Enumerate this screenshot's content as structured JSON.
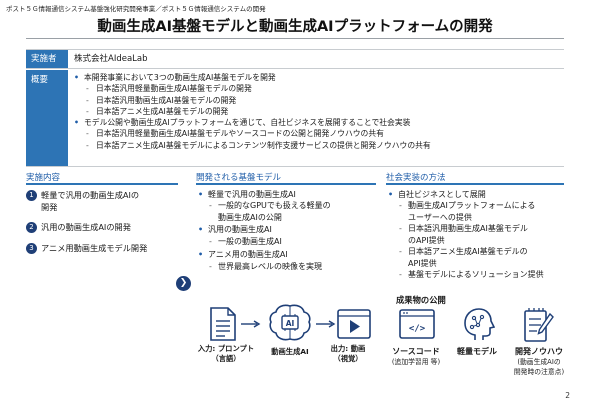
{
  "header": {
    "breadcrumb": "ポスト５Ｇ情報通信システム基盤強化研究開発事業／ポスト５Ｇ情報通信システムの開発",
    "title": "動画生成AI基盤モデルと動画生成AIプラットフォームの開発"
  },
  "info": {
    "implementer_label": "実施者",
    "implementer_value": "株式会社AIdeaLab",
    "overview_label": "概要",
    "overview_lines": [
      {
        "marker": "•",
        "text": "本開発事業において3つの動画生成AI基盤モデルを開発"
      },
      {
        "marker": "-",
        "text": "日本語汎用軽量動画生成AI基盤モデルの開発"
      },
      {
        "marker": "-",
        "text": "日本語汎用動画生成AI基盤モデルの開発"
      },
      {
        "marker": "-",
        "text": "日本語アニメ生成AI基盤モデルの開発"
      },
      {
        "marker": "•",
        "text": "モデル公開や動画生成AIプラットフォームを通じて、自社ビジネスを展開することで社会実装"
      },
      {
        "marker": "-",
        "text": "日本語汎用軽量動画生成AI基盤モデルやソースコードの公開と開発ノウハウの共有"
      },
      {
        "marker": "-",
        "text": "日本語アニメ生成AI基盤モデルによるコンテンツ制作支援サービスの提供と開発ノウハウの共有"
      }
    ]
  },
  "left": {
    "heading": "実施内容",
    "steps": [
      {
        "num": "1",
        "line1": "軽量で汎用の動画生成AIの",
        "line2": "開発"
      },
      {
        "num": "2",
        "line1": "汎用の動画生成AIの開発",
        "line2": ""
      },
      {
        "num": "3",
        "line1": "アニメ用動画生成モデル開発",
        "line2": ""
      }
    ],
    "arrow": "❯"
  },
  "middle": {
    "heading": "開発される基盤モデル",
    "lines": [
      {
        "marker": "•",
        "text": "軽量で汎用の動画生成AI"
      },
      {
        "marker": "-",
        "text": "一般的なGPUでも扱える軽量の"
      },
      {
        "marker": "",
        "text": "動画生成AIの公開"
      },
      {
        "marker": "•",
        "text": "汎用の動画生成AI"
      },
      {
        "marker": "-",
        "text": "一般の動画生成AI"
      },
      {
        "marker": "•",
        "text": "アニメ用の動画生成AI"
      },
      {
        "marker": "-",
        "text": "世界最高レベルの映像を実現"
      }
    ],
    "pipeline": {
      "input_line1": "入力: プロンプト",
      "input_line2": "（言語）",
      "model": "動画生成AI",
      "output_line1": "出力: 動画",
      "output_line2": "（視覚）",
      "ai_chip_text": "AI"
    }
  },
  "right": {
    "heading": "社会実装の方法",
    "lines": [
      {
        "marker": "•",
        "text": "自社ビジネスとして展開"
      },
      {
        "marker": "-",
        "text": "動画生成AIプラットフォームによる"
      },
      {
        "marker": "",
        "text": "ユーザーへの提供"
      },
      {
        "marker": "-",
        "text": "日本語汎用動画生成AI基盤モデル"
      },
      {
        "marker": "",
        "text": "のAPI提供"
      },
      {
        "marker": "-",
        "text": "日本語アニメ生成AI基盤モデルの"
      },
      {
        "marker": "",
        "text": "API提供"
      },
      {
        "marker": "-",
        "text": "基盤モデルによるソリューション提供"
      }
    ],
    "results_heading": "成果物の公開",
    "results": [
      {
        "label": "ソースコード",
        "sub1": "(追加学習用 等)",
        "sub2": ""
      },
      {
        "label": "軽量モデル",
        "sub1": "",
        "sub2": ""
      },
      {
        "label": "開発ノウハウ",
        "sub1": "(動画生成AIの",
        "sub2": "開発時の注意点)"
      }
    ],
    "code_icon_text": "</>"
  },
  "footer": {
    "page_number": "2"
  },
  "colors": {
    "accent_blue": "#2d74b5",
    "navy": "#1f3f77",
    "heading_blue": "#1f5da8"
  }
}
